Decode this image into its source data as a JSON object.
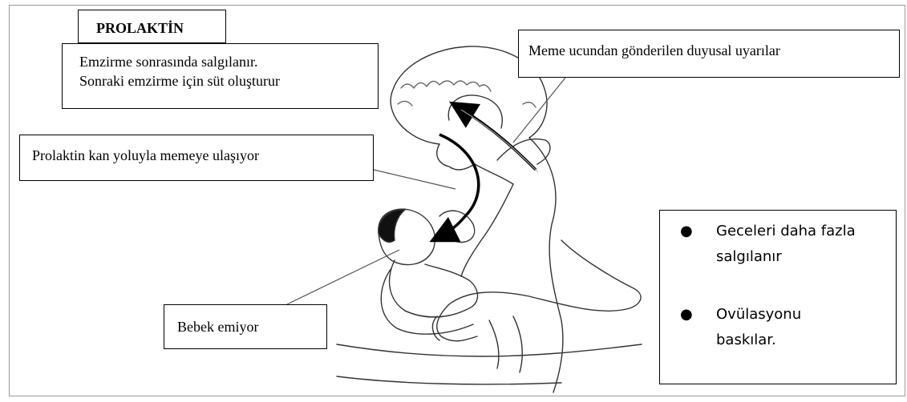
{
  "title": "PROLAKTİN",
  "secretion_info": {
    "line1": "Emzirme sonrasında salgılanır.",
    "line2": "Sonraki emzirme için süt oluşturur"
  },
  "labels": {
    "sensory": "Meme ucundan gönderilen duyusal uyarılar",
    "blood": "Prolaktin kan yoluyla memeye ulaşıyor",
    "baby": "Bebek emiyor"
  },
  "facts": [
    {
      "line1": "Geceleri daha fazla",
      "line2": "salgılanır"
    },
    {
      "line1": "Ovülasyonu",
      "line2": "baskılar."
    }
  ]
}
